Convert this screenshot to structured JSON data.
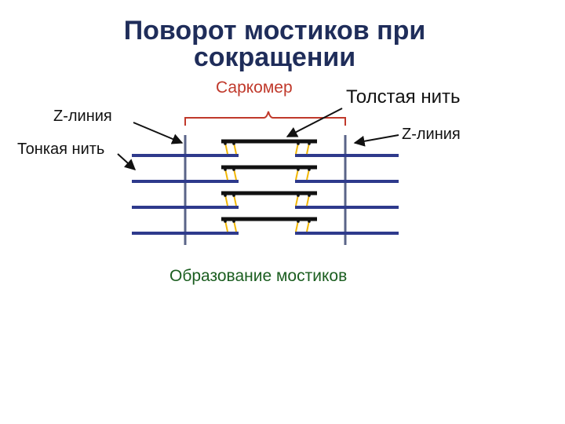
{
  "title": {
    "line1": "Поворот мостиков при",
    "line2": "сокращении"
  },
  "labels": {
    "sarcomere": "Саркомер",
    "thick_filament": "Толстая нить",
    "z_line_left": "Z-линия",
    "z_line_right": "Z-линия",
    "thin_filament": "Тонкая нить",
    "caption": "Образование мостиков"
  },
  "colors": {
    "title": "#1f2d5a",
    "thin_filament": "#2e3a8c",
    "z_line": "#5a6488",
    "thick_filament": "#111111",
    "cross_bridge": "#f2b705",
    "bracket": "#c0392b",
    "caption": "#1b5e20"
  },
  "diagram": {
    "filament_rows": 4,
    "bridges_per_row_side": 2
  }
}
